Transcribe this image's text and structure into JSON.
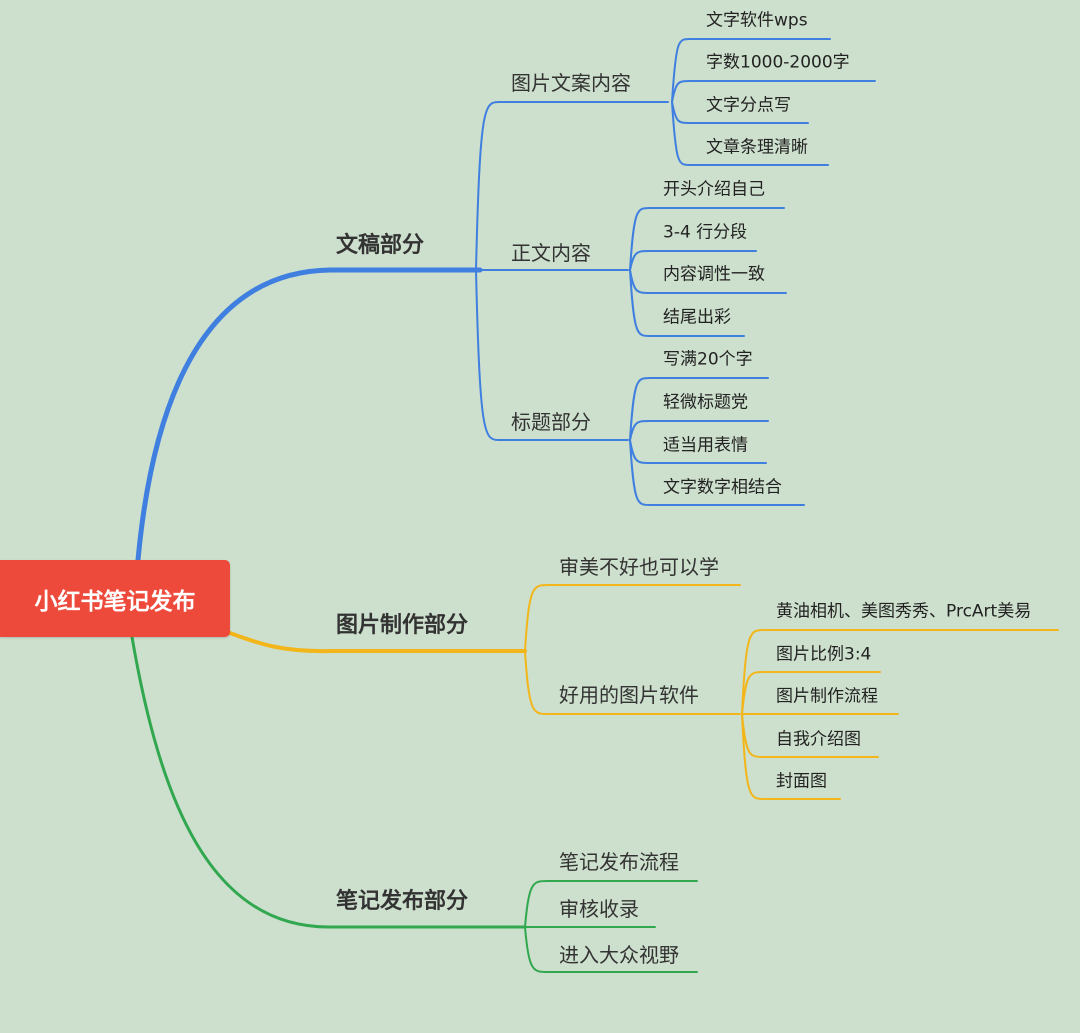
{
  "mindmap": {
    "root": "小红书笔记发布",
    "colors": {
      "blue": "#3f7fe0",
      "yellow": "#f2b61b",
      "green": "#31a84f",
      "root_bg": "#ee4a3c"
    },
    "branches": [
      {
        "label": "文稿部分",
        "color": "blue",
        "children": [
          {
            "label": "图片文案内容",
            "children": [
              "文字软件wps",
              "字数1000-2000字",
              "文字分点写",
              "文章条理清晰"
            ]
          },
          {
            "label": "正文内容",
            "children": [
              "开头介绍自己",
              "3-4 行分段",
              "内容调性一致",
              "结尾出彩"
            ]
          },
          {
            "label": "标题部分",
            "children": [
              "写满20个字",
              "轻微标题党",
              "适当用表情",
              "文字数字相结合"
            ]
          }
        ]
      },
      {
        "label": "图片制作部分",
        "color": "yellow",
        "children": [
          {
            "label": "审美不好也可以学",
            "children": []
          },
          {
            "label": "好用的图片软件",
            "children": [
              "黄油相机、美图秀秀、PrcArt美易",
              "图片比例3:4",
              "图片制作流程",
              "自我介绍图",
              "封面图"
            ]
          }
        ]
      },
      {
        "label": "笔记发布部分",
        "color": "green",
        "children": [
          {
            "label": "笔记发布流程",
            "children": []
          },
          {
            "label": "审核收录",
            "children": []
          },
          {
            "label": "进入大众视野",
            "children": []
          }
        ]
      }
    ]
  }
}
